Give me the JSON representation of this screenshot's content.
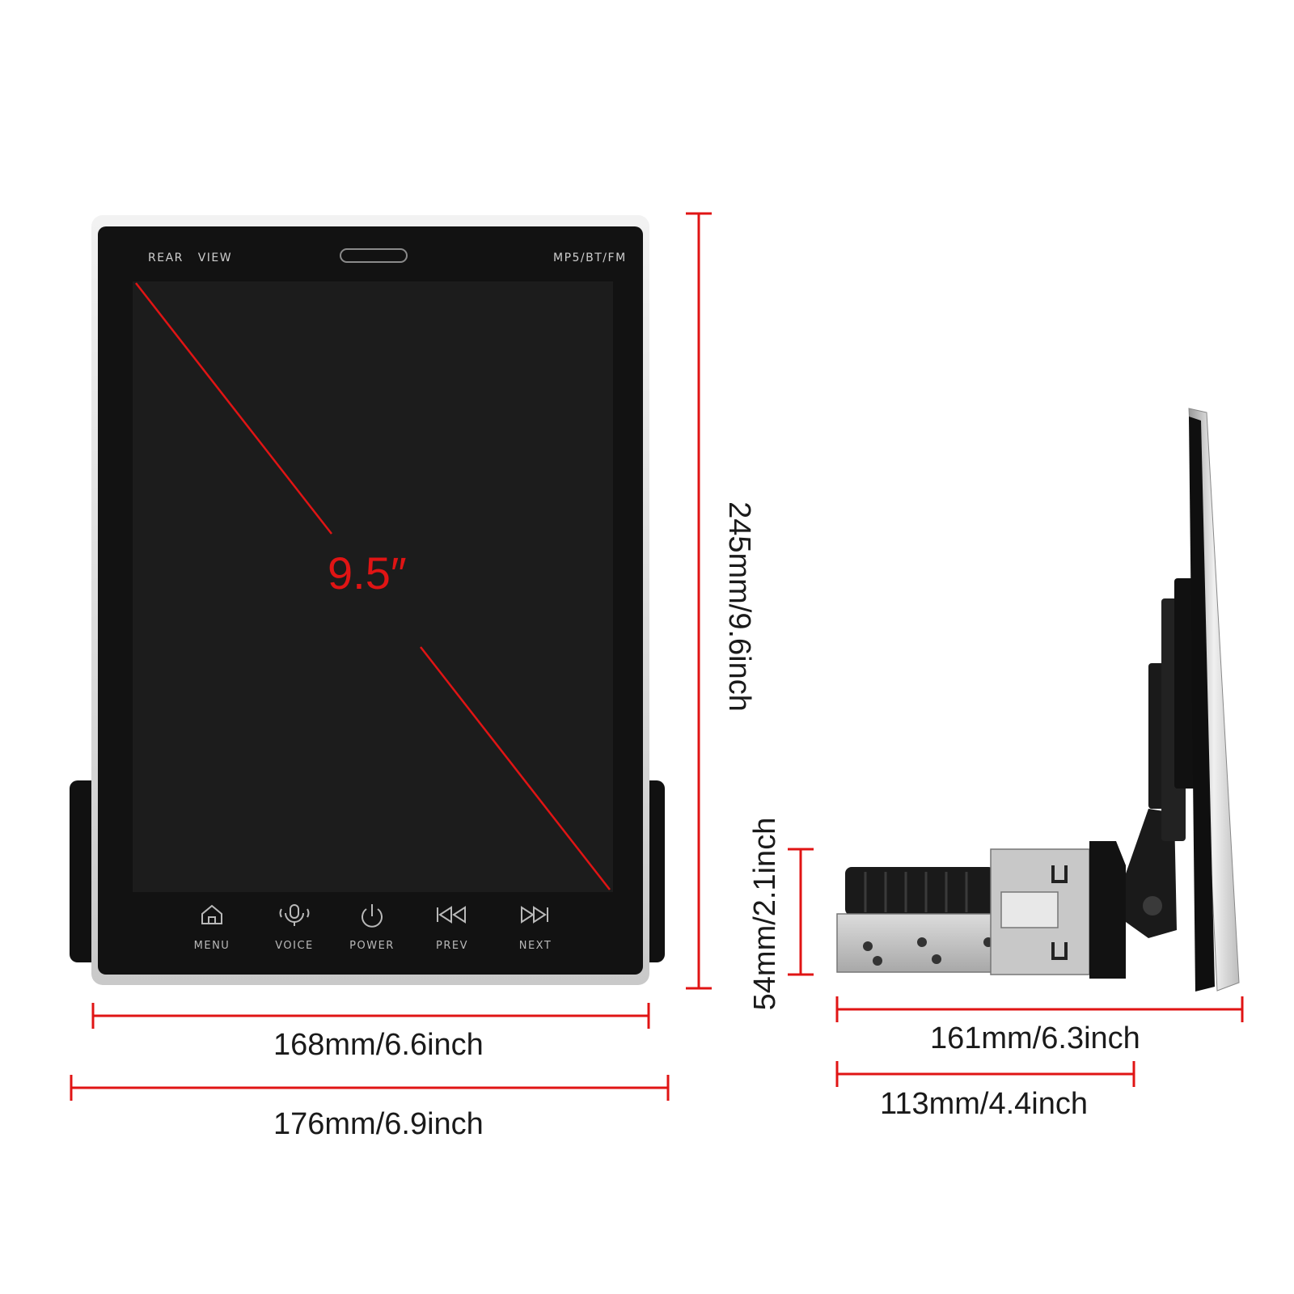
{
  "screen": {
    "header_left": "REAR   VIEW",
    "header_right": "MP5/BT/FM",
    "diagonal_label": "9.5″",
    "buttons": [
      {
        "label": "MENU",
        "icon": "home-icon"
      },
      {
        "label": "VOICE",
        "icon": "microphone-icon"
      },
      {
        "label": "POWER",
        "icon": "power-icon"
      },
      {
        "label": "PREV",
        "icon": "skip-previous-icon"
      },
      {
        "label": "NEXT",
        "icon": "skip-next-icon"
      }
    ]
  },
  "dimensions": {
    "height": "245mm/9.6inch",
    "screen_width": "168mm/6.6inch",
    "total_width": "176mm/6.9inch",
    "unit_height": "54mm/2.1inch",
    "depth_total": "161mm/6.3inch",
    "depth_chassis": "113mm/4.4inch"
  },
  "colors": {
    "dimension_line": "#e01414",
    "bezel": "#121212",
    "screen": "#1c1c1c",
    "frame": "#d9d9d9"
  }
}
